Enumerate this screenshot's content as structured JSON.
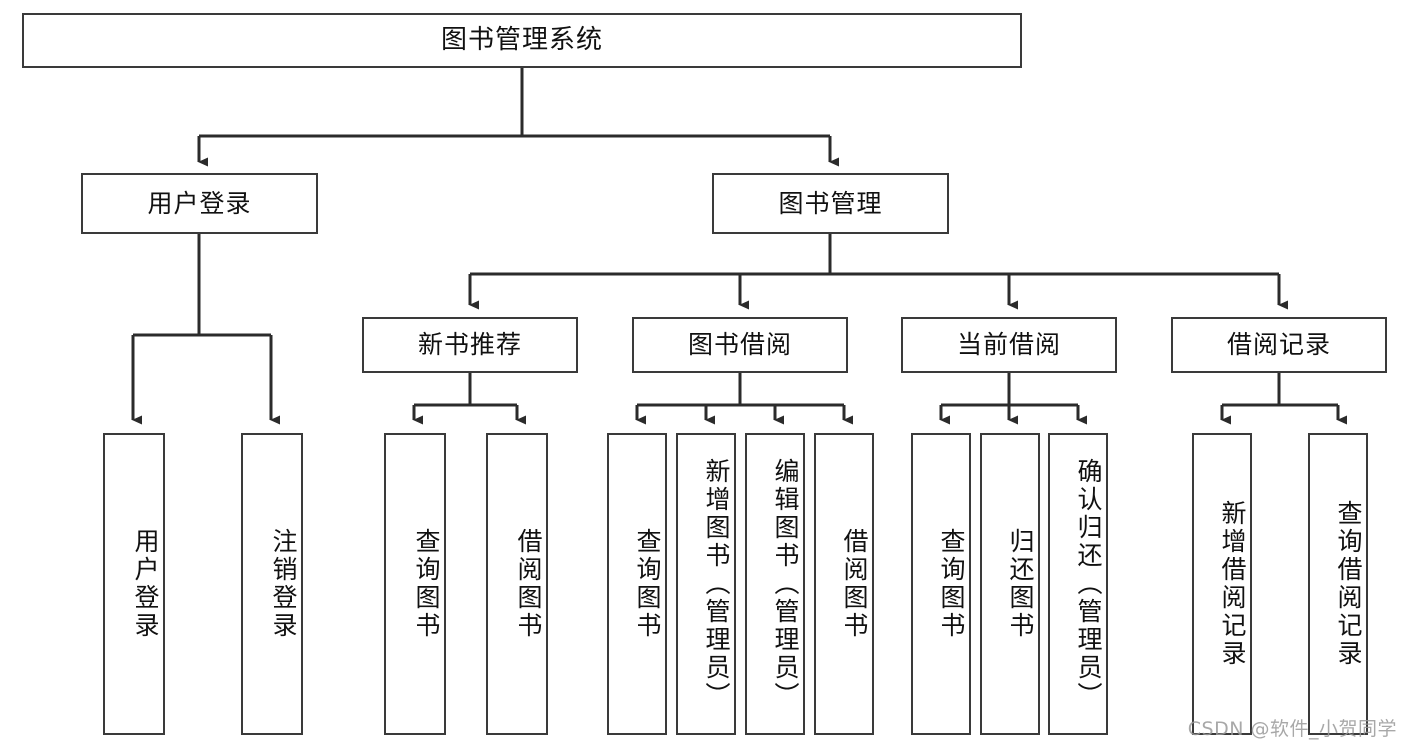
{
  "diagram": {
    "title": "图书管理系统",
    "type": "tree-hierarchy",
    "orientation": "top-down",
    "colors": {
      "box_border": "#3a3a3a",
      "box_fill": "#ffffff",
      "connector": "#2b2b2b",
      "text": "#111111",
      "watermark": "#9a9a9a"
    },
    "root": {
      "id": "root",
      "label": "图书管理系统"
    },
    "level2": [
      {
        "id": "user-login",
        "label": "用户登录"
      },
      {
        "id": "book-management",
        "label": "图书管理"
      }
    ],
    "level3": [
      {
        "id": "new-book-recommend",
        "label": "新书推荐",
        "parent": "book-management"
      },
      {
        "id": "book-borrow",
        "label": "图书借阅",
        "parent": "book-management"
      },
      {
        "id": "current-borrow",
        "label": "当前借阅",
        "parent": "book-management"
      },
      {
        "id": "borrow-record",
        "label": "借阅记录",
        "parent": "book-management"
      }
    ],
    "leaves": {
      "user_login": [
        {
          "id": "leaf-user-login",
          "label": "用户登录"
        },
        {
          "id": "leaf-logout-login",
          "label": "注销登录"
        }
      ],
      "new_book_recommend": [
        {
          "id": "leaf-query-book-1",
          "label": "查询图书"
        },
        {
          "id": "leaf-borrow-book-1",
          "label": "借阅图书"
        }
      ],
      "book_borrow": [
        {
          "id": "leaf-query-book-2",
          "label": "查询图书"
        },
        {
          "id": "leaf-add-book",
          "label": "新增图书（管理员）"
        },
        {
          "id": "leaf-edit-book",
          "label": "编辑图书（管理员）"
        },
        {
          "id": "leaf-borrow-book-2",
          "label": "借阅图书"
        }
      ],
      "current_borrow": [
        {
          "id": "leaf-query-book-3",
          "label": "查询图书"
        },
        {
          "id": "leaf-return-book",
          "label": "归还图书"
        },
        {
          "id": "leaf-confirm-return",
          "label": "确认归还（管理员）"
        }
      ],
      "borrow_record": [
        {
          "id": "leaf-add-record",
          "label": "新增借阅记录"
        },
        {
          "id": "leaf-query-record",
          "label": "查询借阅记录"
        }
      ]
    },
    "watermark": "CSDN @软件_小贺同学"
  }
}
